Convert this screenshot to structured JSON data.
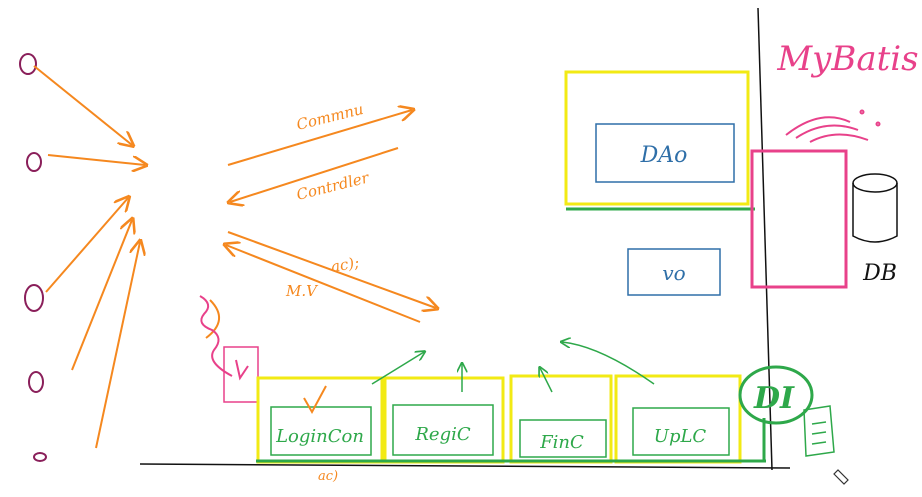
{
  "labels": {
    "mybatis": "MyBatis",
    "dao": "DAo",
    "vo": "vo",
    "db": "DB",
    "di": "DI",
    "command": "Commnu",
    "controller": "Contrdler",
    "ac": "ac);",
    "mv": "M.V",
    "login": "LoginCon",
    "regi": "RegiC",
    "fin": "FinC",
    "upl": "UpLC",
    "ac_bottom": "ac)"
  },
  "colors": {
    "orange": "#f5881f",
    "yellow": "#f2ea14",
    "green": "#2ea84a",
    "pink": "#e8418a",
    "blue": "#2f6fa8",
    "purple": "#8a1f5a",
    "black": "#111111"
  },
  "icons": [
    "user-circle-icon",
    "database-icon",
    "document-icon",
    "pencil-cursor-icon",
    "squiggle-arrow-icon"
  ]
}
